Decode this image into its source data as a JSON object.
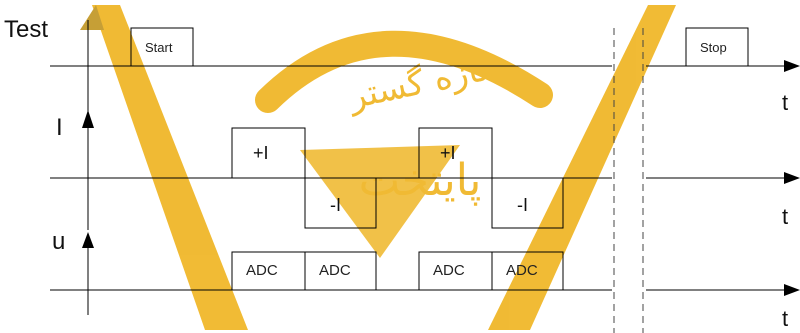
{
  "channels": {
    "test_label": "Test",
    "current_label": "I",
    "voltage_label": "u",
    "time_label": "t"
  },
  "test_row": {
    "start_label": "Start",
    "stop_label": "Stop"
  },
  "current_row": {
    "pulses": [
      {
        "label": "+I",
        "polarity": "positive"
      },
      {
        "label": "-I",
        "polarity": "negative"
      },
      {
        "label": "+I",
        "polarity": "positive"
      },
      {
        "label": "-I",
        "polarity": "negative"
      }
    ]
  },
  "voltage_row": {
    "samples": [
      "ADC",
      "ADC",
      "ADC",
      "ADC"
    ]
  },
  "watermark": {
    "text_line1": "سازه گستر",
    "text_line2": "پایتخت",
    "color": "#f0b72a"
  },
  "colors": {
    "line": "#000000",
    "watermark": "#f0b72a",
    "watermark_text": "#c8a44a"
  }
}
